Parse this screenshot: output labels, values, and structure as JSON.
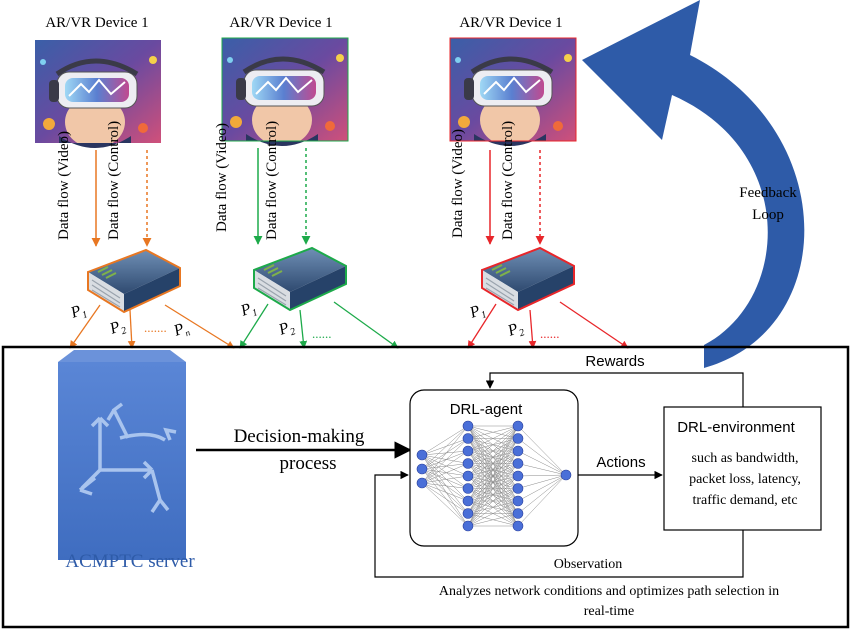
{
  "devices": [
    {
      "label": "AR/VR Device 1",
      "flow_video": "Data flow (Video)",
      "flow_control": "Data flow (Control)",
      "color": "#E87722",
      "paths": [
        "P",
        "P",
        "P"
      ],
      "subs": [
        "1",
        "2",
        "n"
      ]
    },
    {
      "label": "AR/VR Device 1",
      "flow_video": "Data flow (Video)",
      "flow_control": "Data flow (Control)",
      "color": "#1DAA4A",
      "paths": [
        "P",
        "P"
      ],
      "subs": [
        "1",
        "2"
      ]
    },
    {
      "label": "AR/VR Device 1",
      "flow_video": "Data flow (Video)",
      "flow_control": "Data flow (Control)",
      "color": "#E8262A",
      "paths": [
        "P",
        "P"
      ],
      "subs": [
        "1",
        "2"
      ]
    }
  ],
  "feedback": {
    "line1": "Feedback",
    "line2": "Loop",
    "color": "#2E5BA8"
  },
  "server": {
    "label": "ACMPTC server",
    "color": "#4472C4"
  },
  "decision": {
    "line1": "Decision-making",
    "line2": "process"
  },
  "agent": {
    "title": "DRL-agent"
  },
  "environment": {
    "title": "DRL-environment",
    "line1": "such as bandwidth,",
    "line2": "packet loss, latency,",
    "line3": "traffic demand, etc"
  },
  "labels": {
    "rewards": "Rewards",
    "actions": "Actions",
    "observation": "Observation",
    "analyze1": "Analyzes network conditions and optimizes path selection in",
    "analyze2": "real-time"
  },
  "icons": {
    "headset": "vr-headset-image",
    "router": "router-icon",
    "server": "server-routing-icon"
  }
}
